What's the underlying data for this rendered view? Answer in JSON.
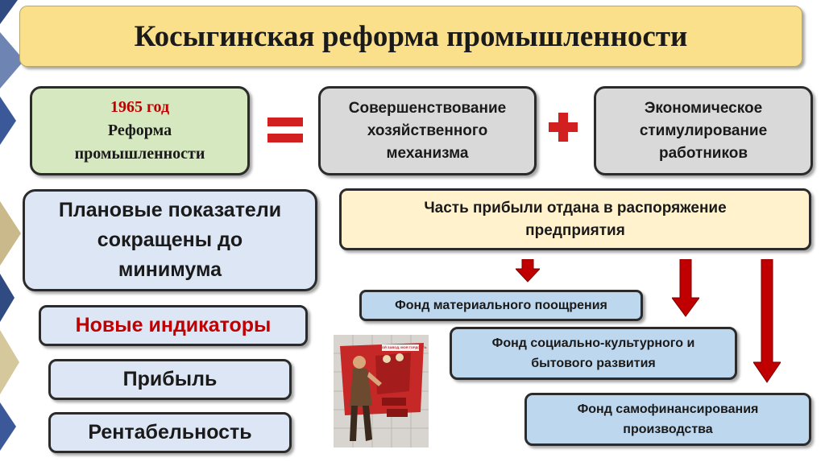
{
  "title": "Косыгинская реформа промышленности",
  "reform": {
    "year": "1965 год",
    "line1": "Реформа",
    "line2": "промышленности"
  },
  "operators": {
    "equals": "equals-sign",
    "plus": "plus-sign"
  },
  "improvement": {
    "line1": "Совершенствование",
    "line2": "хозяйственного",
    "line3": "механизма"
  },
  "stimulation": {
    "line1": "Экономическое",
    "line2": "стимулирование",
    "line3": "работников"
  },
  "plan": {
    "line1": "Плановые показатели",
    "line2": "сокращены до",
    "line3": "минимума"
  },
  "indicators": {
    "heading": "Новые индикаторы",
    "items": [
      "Прибыль",
      "Рентабельность"
    ]
  },
  "profit_share": {
    "line1": "Часть прибыли отдана в распоряжение",
    "line2": "предприятия"
  },
  "funds": [
    {
      "line1": "Фонд материального поощрения"
    },
    {
      "line1": "Фонд социально-культурного и",
      "line2": "бытового развития"
    },
    {
      "line1": "Фонд самофинансирования",
      "line2": "производства"
    }
  ],
  "poster": {
    "caption": "МОЙ ЗАВОД, МОЯ ГОРДОСТЬ"
  },
  "colors": {
    "title_bg": "#fbe08c",
    "reform_bg": "#d5e8c0",
    "grey_bg": "#d9d9d9",
    "blue_bg": "#dde6f4",
    "fund_bg": "#bdd7ee",
    "profit_bg": "#fff2cc",
    "red_text": "#c00000",
    "arrow_red": "#c00000"
  }
}
